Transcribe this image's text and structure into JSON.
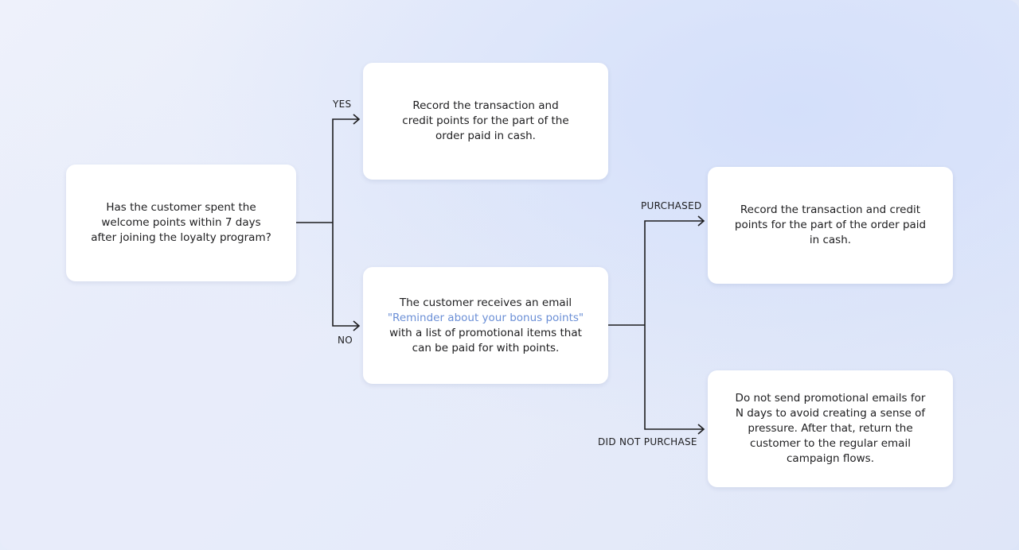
{
  "nodes": {
    "question": {
      "lines": [
        "Has the customer spent the",
        "welcome points within 7 days",
        "after joining the loyalty program?"
      ]
    },
    "yes_action": {
      "lines": [
        "Record the transaction and",
        "credit points for the part of the",
        "order paid in cash."
      ]
    },
    "no_action": {
      "line1": "The customer receives an email",
      "highlight": "\"Reminder about your bonus points\"",
      "line3": "with a list of promotional items that",
      "line4": "can be paid for with points."
    },
    "purchased_action": {
      "lines": [
        "Record the transaction and credit",
        "points for the part of the order paid",
        "in cash."
      ]
    },
    "not_purchased_action": {
      "lines": [
        "Do not send promotional emails for",
        "N days to avoid creating a sense of",
        "pressure. After that, return the",
        "customer to the regular email",
        "campaign flows."
      ]
    }
  },
  "edge_labels": {
    "yes": "YES",
    "no": "NO",
    "purchased": "PURCHASED",
    "did_not_purchase": "DID NOT PURCHASE"
  },
  "colors": {
    "text": "#1d1d1f",
    "highlight": "#6b8fd6",
    "card": "#ffffff"
  }
}
